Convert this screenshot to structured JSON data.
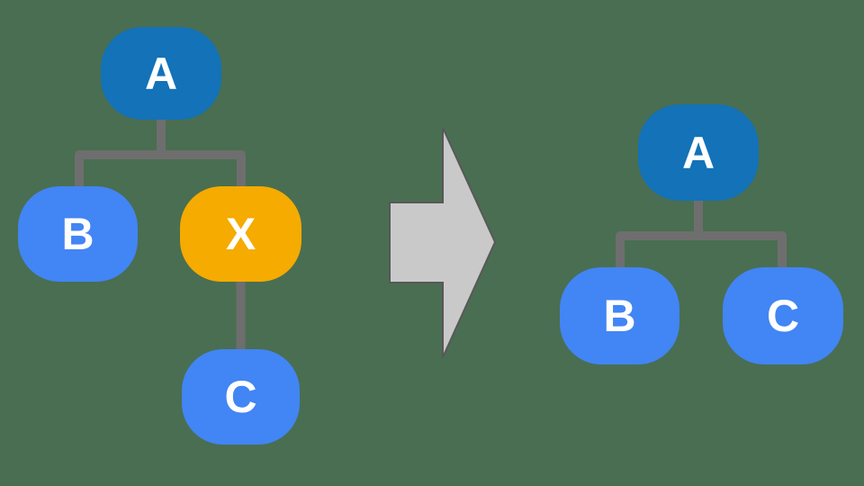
{
  "diagram": {
    "description": "Tree transformation: intermediate node X is removed so its child C becomes a direct child of root A",
    "before": {
      "root": {
        "label": "A"
      },
      "children": [
        {
          "label": "B",
          "highlighted": false
        },
        {
          "label": "X",
          "highlighted": true
        }
      ],
      "grandchild": {
        "label": "C"
      }
    },
    "after": {
      "root": {
        "label": "A"
      },
      "children": [
        {
          "label": "B"
        },
        {
          "label": "C"
        }
      ]
    },
    "arrow": {
      "direction": "right"
    },
    "colors": {
      "background": "#4a6e51",
      "root_node": "#1372b8",
      "child_node": "#4285f4",
      "highlight_node": "#f5ab00",
      "connector": "#6e6e6e",
      "arrow_fill": "#c9c9c9",
      "arrow_outline": "#58585a",
      "label_text": "#ffffff"
    }
  }
}
